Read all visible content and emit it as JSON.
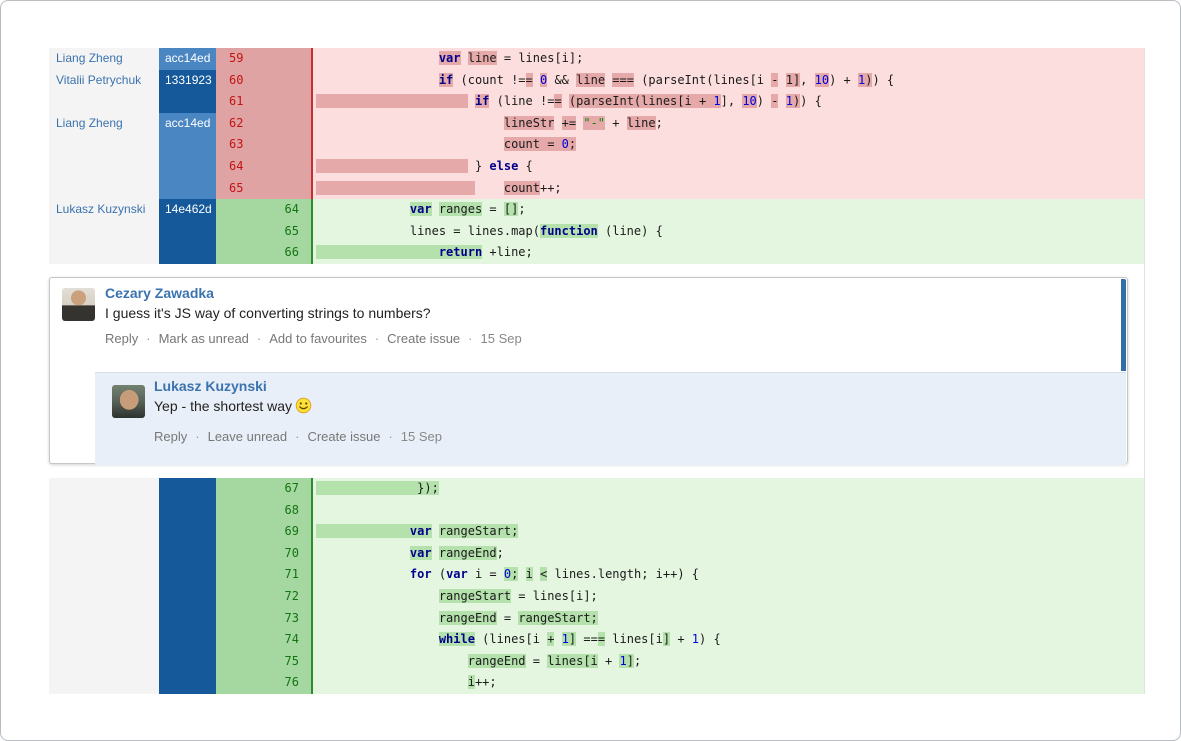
{
  "colors": {
    "link_blue": "#3b73af",
    "hash_light_blue": "#4a86c2",
    "hash_dark_blue": "#15599b",
    "removed_bg": "#fcdede",
    "removed_highlight": "#e5a9a9",
    "removed_gutter": "#dfa3a3",
    "added_bg": "#e4f6e0",
    "added_highlight": "#b4e1ac",
    "added_gutter": "#a5d8a0",
    "unread_bar": "#346ea9",
    "reply_bg": "#e9eff8"
  },
  "diff": {
    "sections": [
      {
        "id": "top",
        "rows": [
          {
            "author": "Liang Zheng",
            "hash": "acc14ed",
            "shade": "light",
            "num": "59",
            "t": "del",
            "code": [
              [
                "                 ",
                ""
              ],
              [
                "var",
                "kh"
              ],
              [
                " ",
                ""
              ],
              [
                "line",
                "h"
              ],
              [
                " = lines[i];",
                ""
              ]
            ]
          },
          {
            "author": "Vitalii Petrychuk",
            "hash": "1331923",
            "shade": "dark",
            "num": "60",
            "t": "del",
            "code": [
              [
                "                 ",
                ""
              ],
              [
                "if",
                "kh"
              ],
              [
                " (count !=",
                ""
              ],
              [
                "=",
                "h"
              ],
              [
                " ",
                ""
              ],
              [
                "0",
                "nh"
              ],
              [
                " && ",
                ""
              ],
              [
                "line",
                "h"
              ],
              [
                " ",
                ""
              ],
              [
                "===",
                "h"
              ],
              [
                " (parseInt(lines[i ",
                ""
              ],
              [
                "-",
                "h"
              ],
              [
                " ",
                ""
              ],
              [
                "1]",
                "h"
              ],
              [
                ", ",
                ""
              ],
              [
                "10",
                "nh"
              ],
              [
                ") + ",
                ""
              ],
              [
                "1",
                "nh"
              ],
              [
                ")",
                "h"
              ],
              [
                ") {",
                ""
              ]
            ]
          },
          {
            "author": "",
            "hash": "",
            "shade": "dark",
            "num": "61",
            "t": "del",
            "code": [
              [
                "                     ",
                "h"
              ],
              [
                " ",
                ""
              ],
              [
                "if",
                "kh"
              ],
              [
                " (line !=",
                ""
              ],
              [
                "=",
                "h"
              ],
              [
                " ",
                ""
              ],
              [
                "(parseInt(lines[i + ",
                "h"
              ],
              [
                "1",
                "nh"
              ],
              [
                "], ",
                ""
              ],
              [
                "10",
                "nh"
              ],
              [
                ") ",
                ""
              ],
              [
                "-",
                "h"
              ],
              [
                " ",
                ""
              ],
              [
                "1",
                "nh"
              ],
              [
                ")",
                "h"
              ],
              [
                ") {",
                ""
              ]
            ]
          },
          {
            "author": "Liang Zheng",
            "hash": "acc14ed",
            "shade": "light",
            "num": "62",
            "t": "del",
            "code": [
              [
                "                          ",
                ""
              ],
              [
                "lineStr",
                "h"
              ],
              [
                " ",
                ""
              ],
              [
                "+=",
                "h"
              ],
              [
                " ",
                ""
              ],
              [
                "\"-\"",
                "sh"
              ],
              [
                " + ",
                ""
              ],
              [
                "line",
                "h"
              ],
              [
                ";",
                ""
              ]
            ]
          },
          {
            "author": "",
            "hash": "",
            "shade": "light",
            "num": "63",
            "t": "del",
            "code": [
              [
                "                          ",
                ""
              ],
              [
                "count = ",
                "h"
              ],
              [
                "0",
                "nh"
              ],
              [
                ";",
                "h"
              ]
            ]
          },
          {
            "author": "",
            "hash": "",
            "shade": "light",
            "num": "64",
            "t": "del",
            "code": [
              [
                "                     ",
                "h"
              ],
              [
                " ",
                ""
              ],
              [
                "} ",
                ""
              ],
              [
                "else",
                "k"
              ],
              [
                " {",
                ""
              ]
            ]
          },
          {
            "author": "",
            "hash": "",
            "shade": "light",
            "num": "65",
            "t": "del",
            "code": [
              [
                "                      ",
                "h"
              ],
              [
                "    ",
                ""
              ],
              [
                "count",
                "h"
              ],
              [
                "++;",
                ""
              ]
            ]
          },
          {
            "author": "Lukasz Kuzynski",
            "hash": "14e462d",
            "shade": "dark",
            "num": "64",
            "t": "add",
            "code": [
              [
                "             ",
                ""
              ],
              [
                "var",
                "kh"
              ],
              [
                " ",
                ""
              ],
              [
                "ranges",
                "h"
              ],
              [
                " = ",
                ""
              ],
              [
                "[]",
                "h"
              ],
              [
                ";",
                ""
              ]
            ]
          },
          {
            "author": "",
            "hash": "",
            "shade": "dark",
            "num": "65",
            "t": "add",
            "code": [
              [
                "             ",
                ""
              ],
              [
                "lines = lines.map(",
                ""
              ],
              [
                "function",
                "kh"
              ],
              [
                " (line) {",
                ""
              ]
            ]
          },
          {
            "author": "",
            "hash": "",
            "shade": "dark",
            "num": "66",
            "t": "add",
            "code": [
              [
                "                 ",
                "h"
              ],
              [
                "return",
                "kh"
              ],
              [
                " +line;",
                ""
              ]
            ]
          }
        ]
      },
      {
        "id": "bottom",
        "rows": [
          {
            "author": "",
            "hash": "",
            "shade": "dark",
            "num": "67",
            "t": "add",
            "code": [
              [
                "              ",
                "h"
              ],
              [
                "});",
                "h"
              ]
            ]
          },
          {
            "author": "",
            "hash": "",
            "shade": "dark",
            "num": "68",
            "t": "add",
            "code": [
              [
                "",
                ""
              ]
            ]
          },
          {
            "author": "",
            "hash": "",
            "shade": "dark",
            "num": "69",
            "t": "add",
            "code": [
              [
                "             ",
                "h"
              ],
              [
                "var",
                "kh"
              ],
              [
                " ",
                ""
              ],
              [
                "rangeStart;",
                "h"
              ]
            ]
          },
          {
            "author": "",
            "hash": "",
            "shade": "dark",
            "num": "70",
            "t": "add",
            "code": [
              [
                "             ",
                ""
              ],
              [
                "var",
                "kh"
              ],
              [
                " ",
                ""
              ],
              [
                "rangeEnd",
                "h"
              ],
              [
                ";",
                ""
              ]
            ]
          },
          {
            "author": "",
            "hash": "",
            "shade": "dark",
            "num": "71",
            "t": "add",
            "code": [
              [
                "             ",
                ""
              ],
              [
                "for",
                "k"
              ],
              [
                " (",
                ""
              ],
              [
                "var",
                "k"
              ],
              [
                " i = ",
                ""
              ],
              [
                "0",
                "nh"
              ],
              [
                ";",
                "h"
              ],
              [
                " ",
                ""
              ],
              [
                "i",
                "h"
              ],
              [
                " ",
                ""
              ],
              [
                "<",
                "h"
              ],
              [
                " lines.length; i++) {",
                ""
              ]
            ]
          },
          {
            "author": "",
            "hash": "",
            "shade": "dark",
            "num": "72",
            "t": "add",
            "code": [
              [
                "                 ",
                ""
              ],
              [
                "rangeStart",
                "h"
              ],
              [
                " = lines[i];",
                ""
              ]
            ]
          },
          {
            "author": "",
            "hash": "",
            "shade": "dark",
            "num": "73",
            "t": "add",
            "code": [
              [
                "                 ",
                ""
              ],
              [
                "rangeEnd",
                "h"
              ],
              [
                " = ",
                ""
              ],
              [
                "rangeStart;",
                "h"
              ]
            ]
          },
          {
            "author": "",
            "hash": "",
            "shade": "dark",
            "num": "74",
            "t": "add",
            "code": [
              [
                "                 ",
                ""
              ],
              [
                "while",
                "kh"
              ],
              [
                " (lines[i ",
                ""
              ],
              [
                "+",
                "h"
              ],
              [
                " ",
                ""
              ],
              [
                "1",
                "nh"
              ],
              [
                "]",
                "h"
              ],
              [
                " ==",
                ""
              ],
              [
                "=",
                "h"
              ],
              [
                " lines[i",
                ""
              ],
              [
                "]",
                "h"
              ],
              [
                " + ",
                ""
              ],
              [
                "1",
                "n"
              ],
              [
                ") {",
                ""
              ]
            ]
          },
          {
            "author": "",
            "hash": "",
            "shade": "dark",
            "num": "75",
            "t": "add",
            "code": [
              [
                "                     ",
                ""
              ],
              [
                "rangeEnd",
                "h"
              ],
              [
                " = ",
                ""
              ],
              [
                "lines[i",
                "h"
              ],
              [
                " + ",
                ""
              ],
              [
                "1",
                "nh"
              ],
              [
                "]",
                "h"
              ],
              [
                ";",
                ""
              ]
            ]
          },
          {
            "author": "",
            "hash": "",
            "shade": "dark",
            "num": "76",
            "t": "add",
            "code": [
              [
                "                     ",
                ""
              ],
              [
                "i",
                "h"
              ],
              [
                "++;",
                ""
              ]
            ]
          }
        ]
      }
    ]
  },
  "comments": {
    "parent": {
      "author": "Cezary Zawadka",
      "body": "I guess it's JS way of converting strings to numbers?",
      "actions": [
        "Reply",
        "Mark as unread",
        "Add to favourites",
        "Create issue"
      ],
      "date": "15 Sep"
    },
    "reply": {
      "author": "Lukasz Kuzynski",
      "body": "Yep - the shortest way",
      "emoji": "smiley-face",
      "actions": [
        "Reply",
        "Leave unread",
        "Create issue"
      ],
      "date": "15 Sep"
    }
  }
}
